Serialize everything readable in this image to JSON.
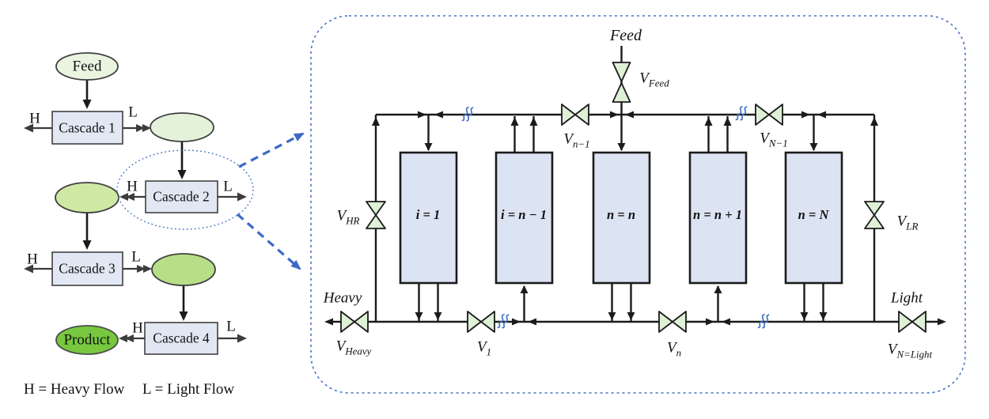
{
  "colors": {
    "accent_blue": "#4472C4",
    "arrow_blue": "#3E68C8",
    "pipe_black": "#1B1B1B",
    "column_fill": "#DCE3F2",
    "cascade_box_fill": "#E2E7F4",
    "valve_fill": "#DEF0D6",
    "ellipse_greens": [
      "#E9F5E1",
      "#E4F2D9",
      "#CFE9A4",
      "#B6DF87",
      "#77C83E"
    ]
  },
  "overview": {
    "feed": "Feed",
    "product": "Product",
    "cascades": [
      "Cascade 1",
      "Cascade 2",
      "Cascade 3",
      "Cascade 4"
    ],
    "h": "H",
    "l": "L",
    "legend": {
      "heavy": "H = Heavy Flow",
      "light": "L = Light Flow"
    }
  },
  "detail": {
    "feed": "Feed",
    "heavy": "Heavy",
    "light": "Light",
    "columns": [
      "i = 1",
      "i = n − 1",
      "n = n",
      "n = n + 1",
      "n = N"
    ],
    "valves": {
      "feed": {
        "base": "V",
        "sub": "Feed"
      },
      "nm1": {
        "base": "V",
        "sub": "n−1"
      },
      "Nm1": {
        "base": "V",
        "sub": "N−1"
      },
      "hr": {
        "base": "V",
        "sub": "HR"
      },
      "lr": {
        "base": "V",
        "sub": "LR"
      },
      "heavy": {
        "base": "V",
        "sub": "Heavy"
      },
      "v1": {
        "base": "V",
        "sub": "1"
      },
      "vn": {
        "base": "V",
        "sub": "n"
      },
      "nlight": {
        "base": "V",
        "sub": "N=Light"
      }
    }
  }
}
